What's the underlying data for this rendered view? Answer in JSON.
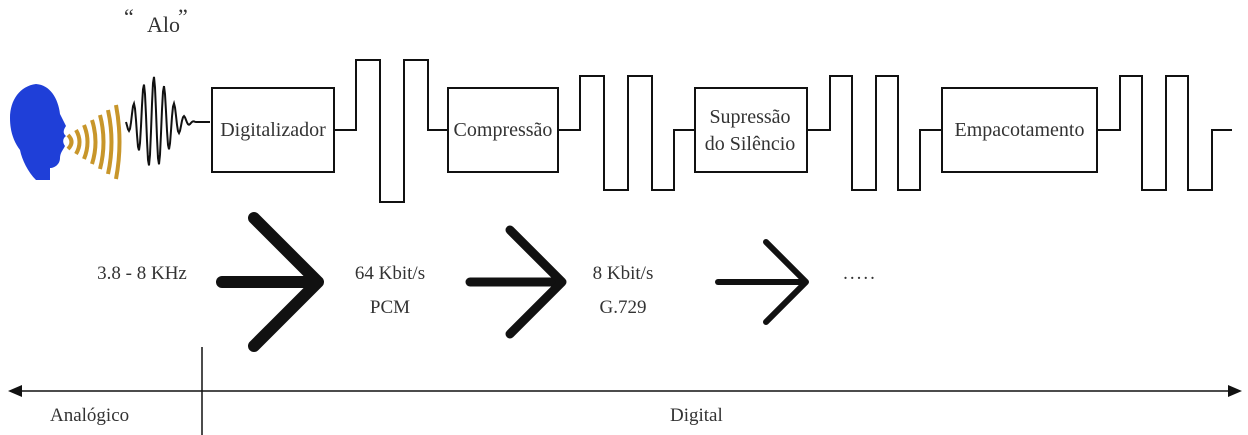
{
  "quote": {
    "open": "“",
    "word": "Alo",
    "close": "”"
  },
  "stages": [
    {
      "label_lines": [
        "Digitalizador"
      ]
    },
    {
      "label_lines": [
        "Compressão"
      ]
    },
    {
      "label_lines": [
        "Supressão",
        "do Silêncio"
      ]
    },
    {
      "label_lines": [
        "Empacotamento"
      ]
    }
  ],
  "rates": [
    {
      "lines": [
        "3.8 - 8 KHz"
      ]
    },
    {
      "lines": [
        "64 Kbit/s",
        "PCM"
      ]
    },
    {
      "lines": [
        "8 Kbit/s",
        "G.729"
      ]
    },
    {
      "lines": [
        "....."
      ]
    }
  ],
  "domains": {
    "analog": "Analógico",
    "digital": "Digital"
  },
  "colors": {
    "head": "#1f3fd8",
    "waves": "#c8962a",
    "stroke": "#111111"
  }
}
